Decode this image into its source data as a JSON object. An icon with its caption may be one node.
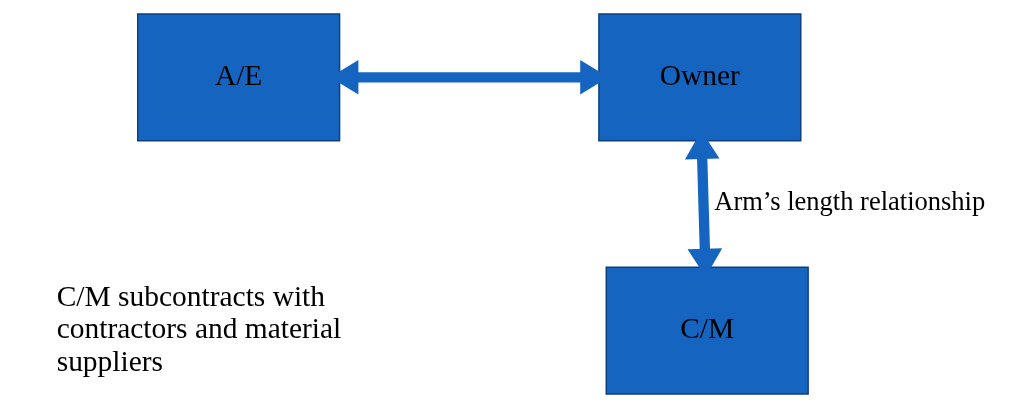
{
  "diagram": {
    "nodes": [
      {
        "text": [
          "A/E"
        ]
      },
      {
        "text": [
          "Owner"
        ]
      },
      {
        "text": [
          "C/M"
        ]
      }
    ],
    "edges": [
      {
        "from": 0,
        "to": 1,
        "arrow": "both"
      },
      {
        "from": 1,
        "to": 2,
        "arrow": "both",
        "label": "Arm’s length relationship"
      }
    ],
    "labels": [
      "C/M subcontracts with contractors and material suppliers"
    ]
  }
}
